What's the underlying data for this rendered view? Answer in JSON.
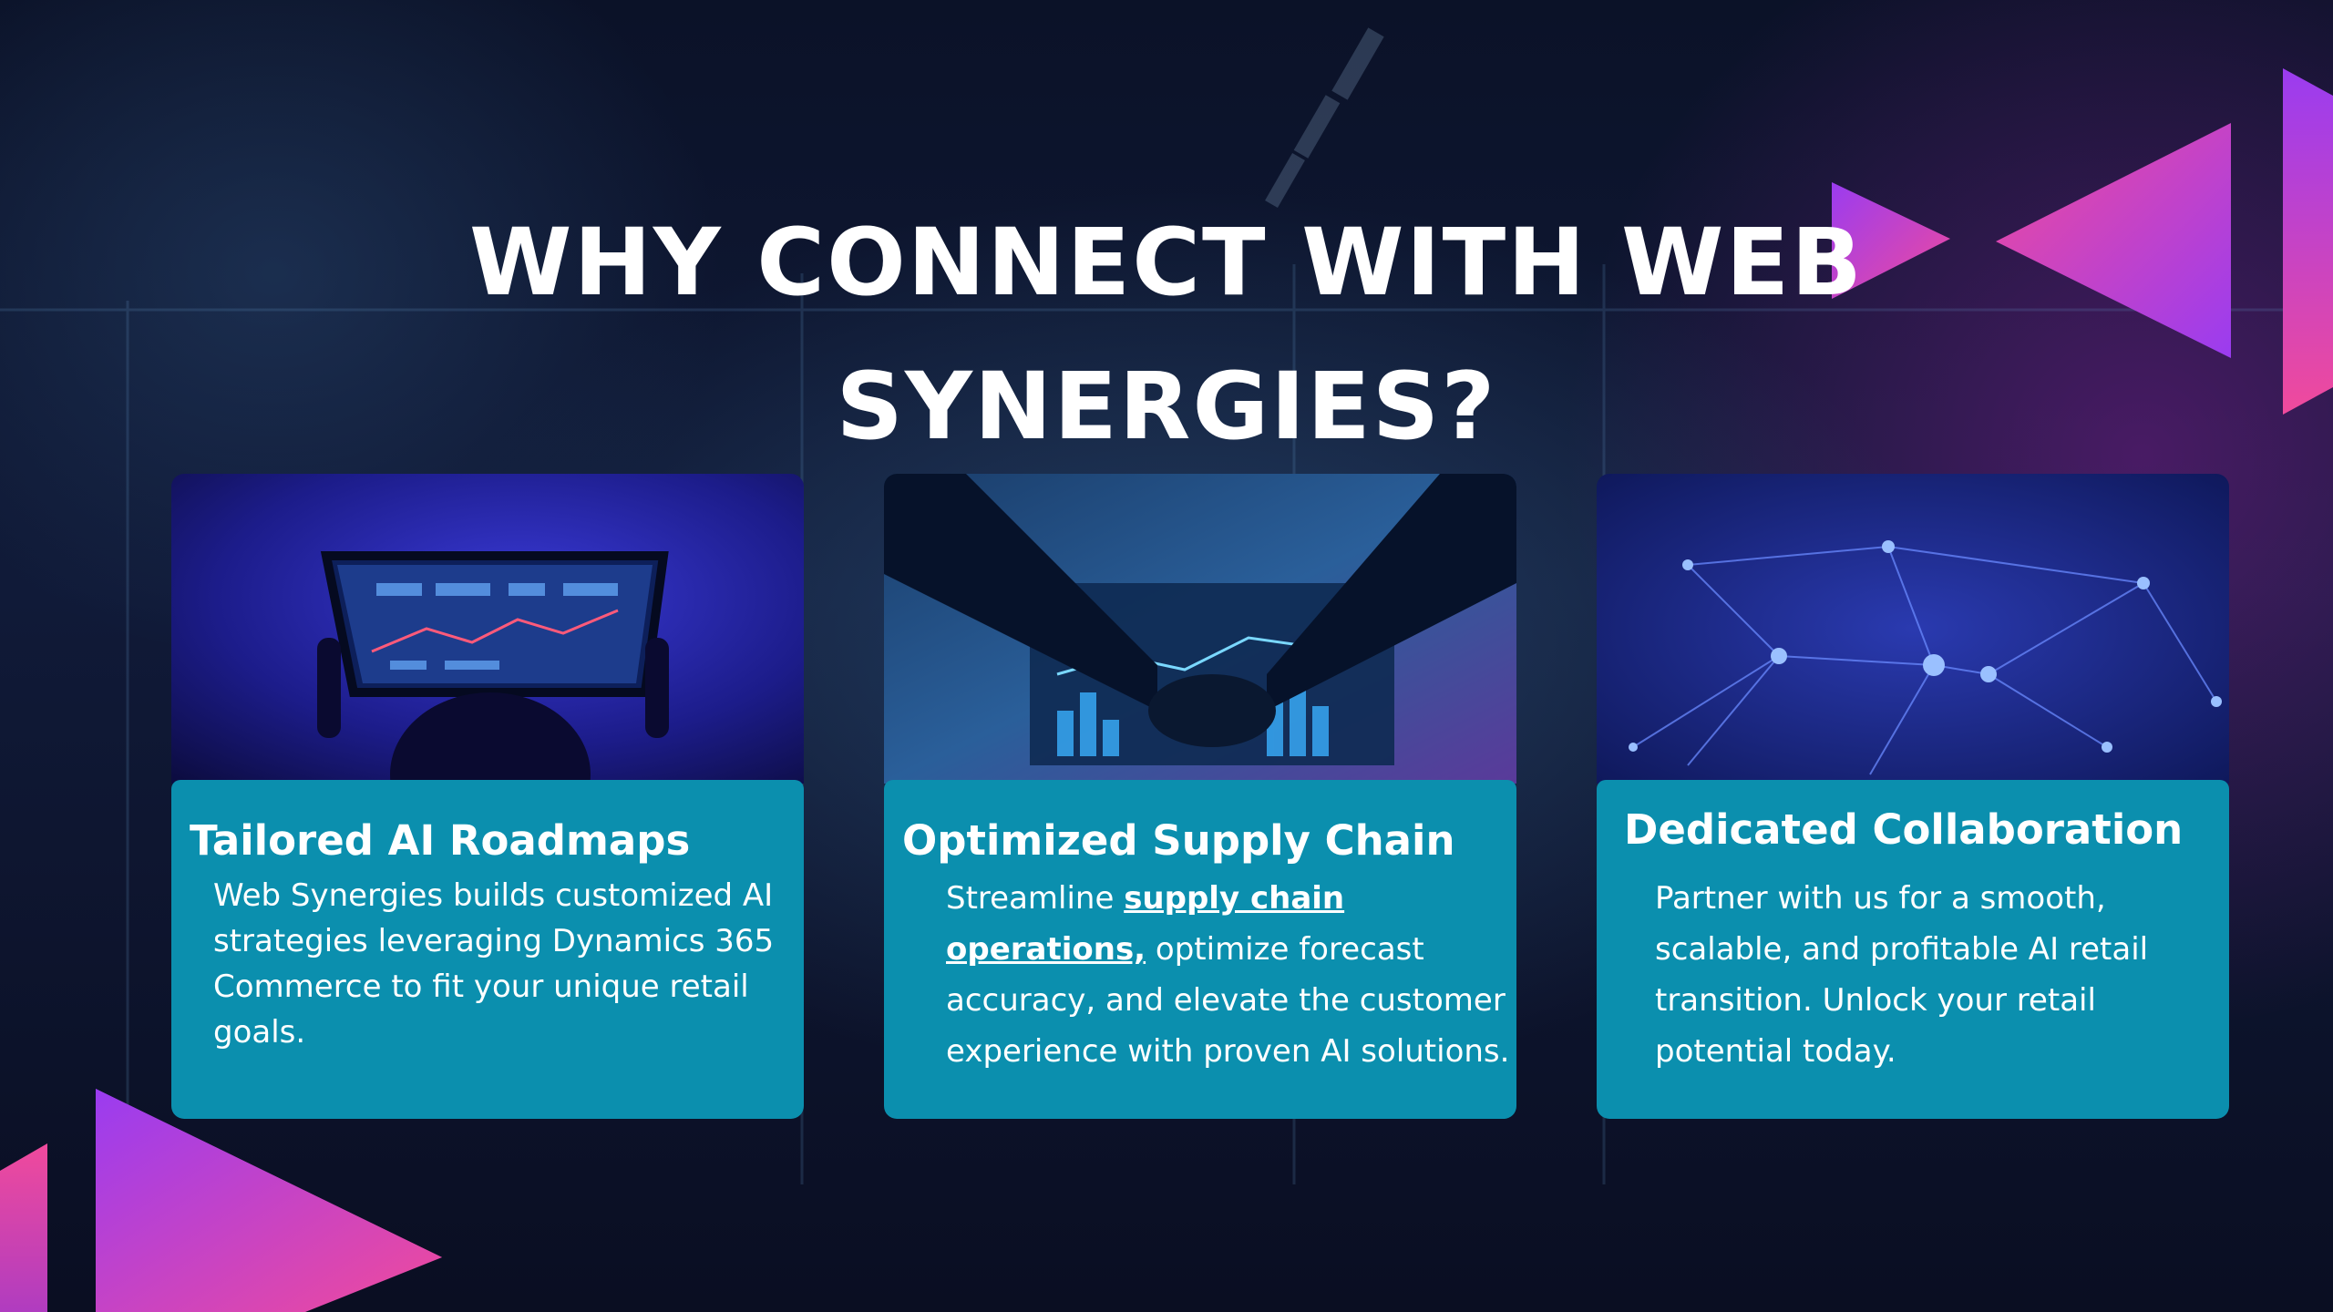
{
  "slide": {
    "title_line1": "WHY CONNECT WITH WEB",
    "title_line2": "SYNERGIES?"
  },
  "cards": [
    {
      "title": "Tailored AI Roadmaps",
      "body": "Web Synergies builds customized AI strategies leveraging Dynamics 365 Commerce to fit your unique retail goals.",
      "image": "tablet-dashboard-image"
    },
    {
      "title": "Optimized Supply Chain",
      "body_prefix": "Streamline ",
      "body_link": "supply chain operations,",
      "body_suffix": " optimize forecast accuracy, and elevate the customer experience with proven AI solutions.",
      "image": "handshake-image"
    },
    {
      "title": "Dedicated Collaboration",
      "body": "Partner with us for a smooth, scalable, and profitable AI retail transition. Unlock your retail potential today.",
      "image": "network-nodes-image"
    }
  ],
  "colors": {
    "panel": "#0b8fae",
    "accent_pink": "#e84aa6",
    "accent_purple": "#8a3bf0"
  }
}
